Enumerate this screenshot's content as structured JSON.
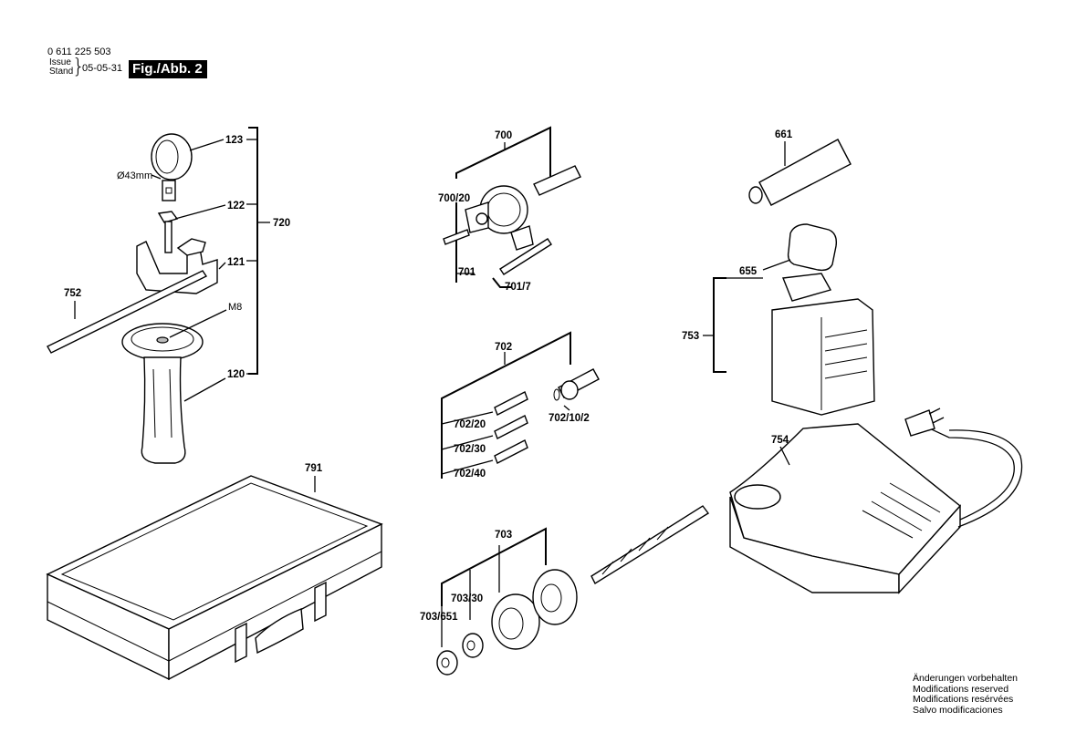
{
  "header": {
    "part_number": "0 611 225 503",
    "issue_label": "Issue",
    "stand_label": "Stand",
    "date": "05-05-31",
    "figure": "Fig./Abb. 2"
  },
  "note": [
    "Änderungen vorbehalten",
    "Modifications reserved",
    "Modifications resérvées",
    "Salvo modificaciones"
  ],
  "labels": {
    "p123": "123",
    "p122": "122",
    "p121": "121",
    "p120": "120",
    "p720": "720",
    "p752": "752",
    "m8": "M8",
    "d43": "Ø43mm",
    "p700": "700",
    "p700_20": "700/20",
    "p701": "701",
    "p701_7": "701/7",
    "p702": "702",
    "p702_20": "702/20",
    "p702_30": "702/30",
    "p702_40": "702/40",
    "p702_10_2": "702/10/2",
    "p703": "703",
    "p703_30": "703/30",
    "p703_651": "703/651",
    "p661": "661",
    "p655": "655",
    "p753": "753",
    "p754": "754",
    "p791": "791"
  }
}
